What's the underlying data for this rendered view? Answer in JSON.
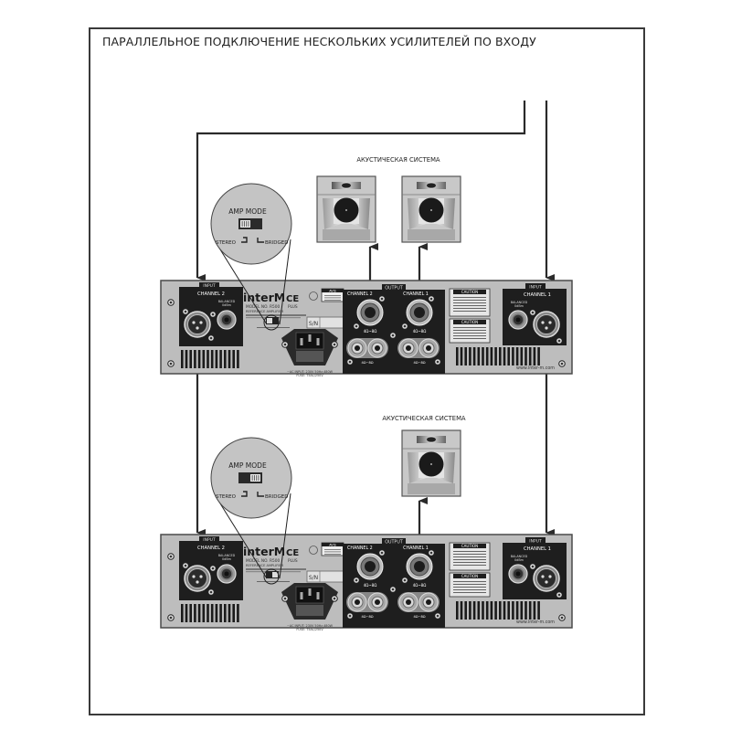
{
  "title": "ПАРАЛЛЕЛЬНОЕ ПОДКЛЮЧЕНИЕ НЕСКОЛЬКИХ УСИЛИТЕЛЕЙ ПО ВХОДУ",
  "colors": {
    "frame": "#3a3a3a",
    "wire": "#2a2a2a",
    "panel": "#bdbdbd",
    "panel_dark": "#1e1e1e",
    "speaker_box": "#c8c8c8"
  },
  "speakers_label_top": "АКУСТИЧЕСКАЯ СИСТЕМА",
  "speakers_label_bottom": "АКУСТИЧЕСКАЯ СИСТЕМА",
  "amplifiers": [
    {
      "id": "top",
      "amp_mode": {
        "title": "AMP MODE",
        "left_label": "STEREO",
        "right_label": "BRIDGED",
        "position": "stereo"
      },
      "input_ch2": {
        "header": "INPUT",
        "channel": "CHANNEL 2",
        "balanced": "BALANCED",
        "level": "0dBm"
      },
      "input_ch1": {
        "header": "INPUT",
        "channel": "CHANNEL 1",
        "balanced": "BALANCED",
        "level": "0dBm"
      },
      "brand": "interM",
      "ce": "CE",
      "model": "MODEL NO. R500",
      "plus": "PLUS",
      "subtitle": "REFERENCE AMPLIFIER",
      "avis": "AVIS",
      "sn": "S/N",
      "output": {
        "header": "OUTPUT",
        "ch2": "CHANNEL 2",
        "ch1": "CHANNEL 1",
        "imp": "4Ω~8Ω"
      },
      "caution1": "CAUTION",
      "caution2": "CAUTION",
      "ac_input": "~AC INPUT: 230V 50Hz,480W",
      "fuse": "FUSE: T5AL/250V",
      "url": "www.inter-m.com"
    },
    {
      "id": "bottom",
      "amp_mode": {
        "title": "AMP MODE",
        "left_label": "STEREO",
        "right_label": "BRIDGED",
        "position": "bridged"
      },
      "input_ch2": {
        "header": "INPUT",
        "channel": "CHANNEL 2",
        "balanced": "BALANCED",
        "level": "0dBm"
      },
      "input_ch1": {
        "header": "INPUT",
        "channel": "CHANNEL 1",
        "balanced": "BALANCED",
        "level": "0dBm"
      },
      "brand": "interM",
      "ce": "CE",
      "model": "MODEL NO. R500",
      "plus": "PLUS",
      "subtitle": "REFERENCE AMPLIFIER",
      "avis": "AVIS",
      "sn": "S/N",
      "output": {
        "header": "OUTPUT",
        "ch2": "CHANNEL 2",
        "ch1": "CHANNEL 1",
        "imp": "4Ω~8Ω"
      },
      "caution1": "CAUTION",
      "caution2": "CAUTION",
      "ac_input": "~AC INPUT: 230V 50Hz,480W",
      "fuse": "FUSE: T5AL/250V",
      "url": "www.inter-m.com"
    }
  ]
}
